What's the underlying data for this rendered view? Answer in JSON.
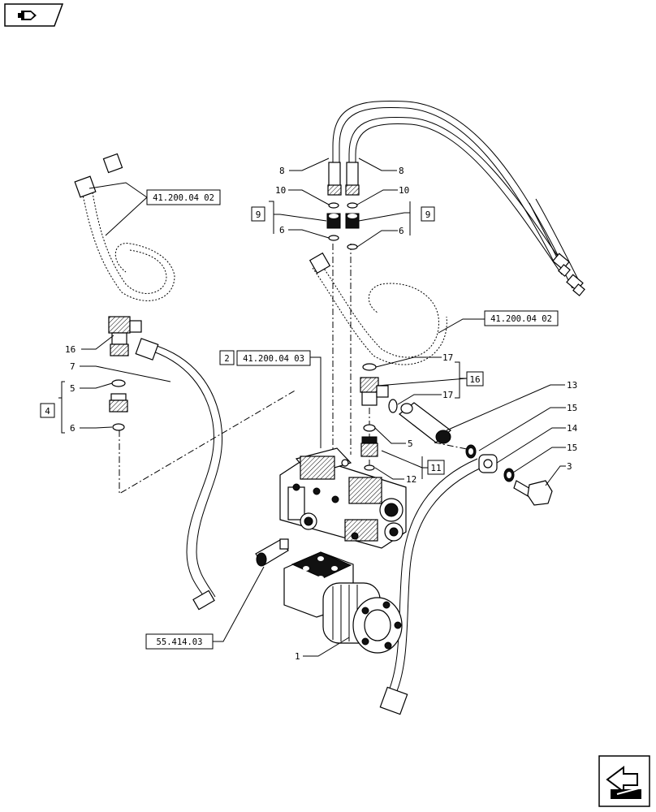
{
  "references": {
    "hose_left": "41.200.04 02",
    "hose_right": "41.200.04 02",
    "valve_block": "41.200.04 03",
    "sensor": "55.414.03",
    "valve_block_index": "2"
  },
  "boxed_items": {
    "b9_left": "9",
    "b9_right": "9",
    "b4": "4",
    "b16": "16",
    "b11": "11"
  },
  "callouts": {
    "c16": "16",
    "c7": "7",
    "c5a": "5",
    "c6a": "6",
    "c8a": "8",
    "c10a": "10",
    "c6b": "6",
    "c8b": "8",
    "c10b": "10",
    "c6c": "6",
    "c17a": "17",
    "c17b": "17",
    "c5b": "5",
    "c12": "12",
    "c13": "13",
    "c15a": "15",
    "c14": "14",
    "c15b": "15",
    "c3": "3",
    "c1": "1"
  }
}
